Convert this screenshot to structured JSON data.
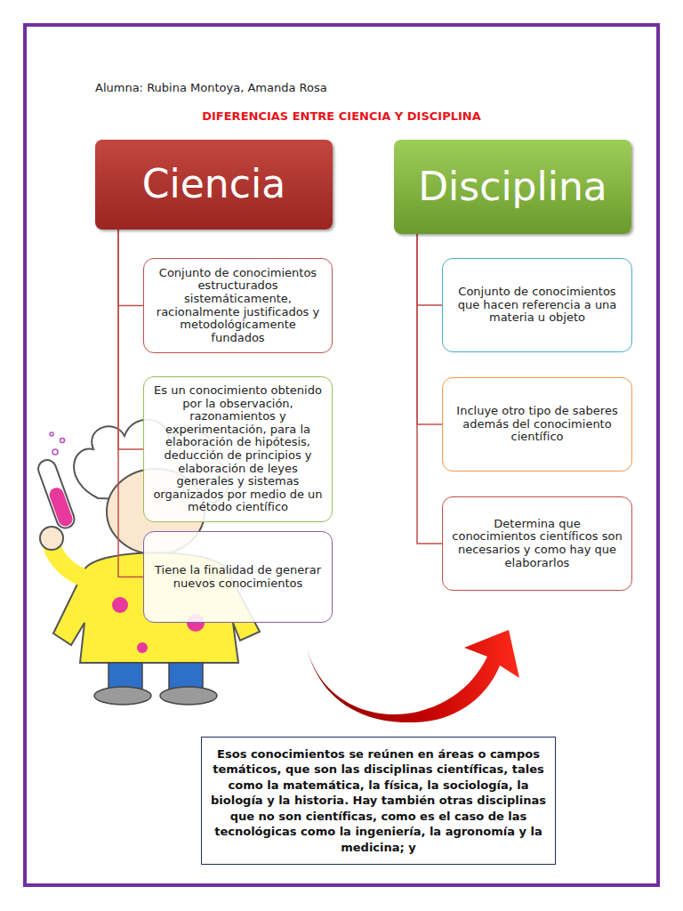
{
  "diagram": {
    "title": "DIFERENCIAS ENTRE CIENCIA Y DISCIPLINA",
    "nodes": [
      {
        "text": [
          "Ciencia"
        ]
      },
      {
        "text": [
          "Conjunto de conocimientos estructurados sistemáticamente, racionalmente justificados y metodológicamente fundados"
        ]
      },
      {
        "text": [
          "Es un conocimiento obtenido por la observación, razonamientos y experimentación, para la elaboración de hipótesis, deducción de principios y elaboración de leyes generales y sistemas organizados por medio de un método científico"
        ]
      },
      {
        "text": [
          "Tiene la finalidad de generar nuevos conocimientos"
        ]
      },
      {
        "text": [
          "Disciplina"
        ]
      },
      {
        "text": [
          "Conjunto de conocimientos que hacen referencia a una materia u objeto"
        ]
      },
      {
        "text": [
          "Incluye otro tipo de saberes además del conocimiento científico"
        ]
      },
      {
        "text": [
          "Determina que conocimientos científicos son necesarios y como hay que elaborarlos"
        ]
      },
      {
        "text": [
          "Esos conocimientos se reúnen en áreas o campos temáticos, que son las disciplinas científicas, tales como la matemática, la física, la sociología, la biología y la historia. Hay también otras disciplinas que no son científicas, como es el caso de las tecnológicas como la ingeniería, la agronomía y la medicina; y"
        ]
      }
    ],
    "edges": [
      {
        "from": 0,
        "to": 1,
        "arrow": "none"
      },
      {
        "from": 0,
        "to": 2,
        "arrow": "none"
      },
      {
        "from": 0,
        "to": 3,
        "arrow": "none"
      },
      {
        "from": 4,
        "to": 5,
        "arrow": "none"
      },
      {
        "from": 4,
        "to": 6,
        "arrow": "none"
      },
      {
        "from": 4,
        "to": 7,
        "arrow": "none"
      }
    ],
    "labels": [
      "Alumna: Rubina Montoya, Amanda Rosa"
    ]
  }
}
